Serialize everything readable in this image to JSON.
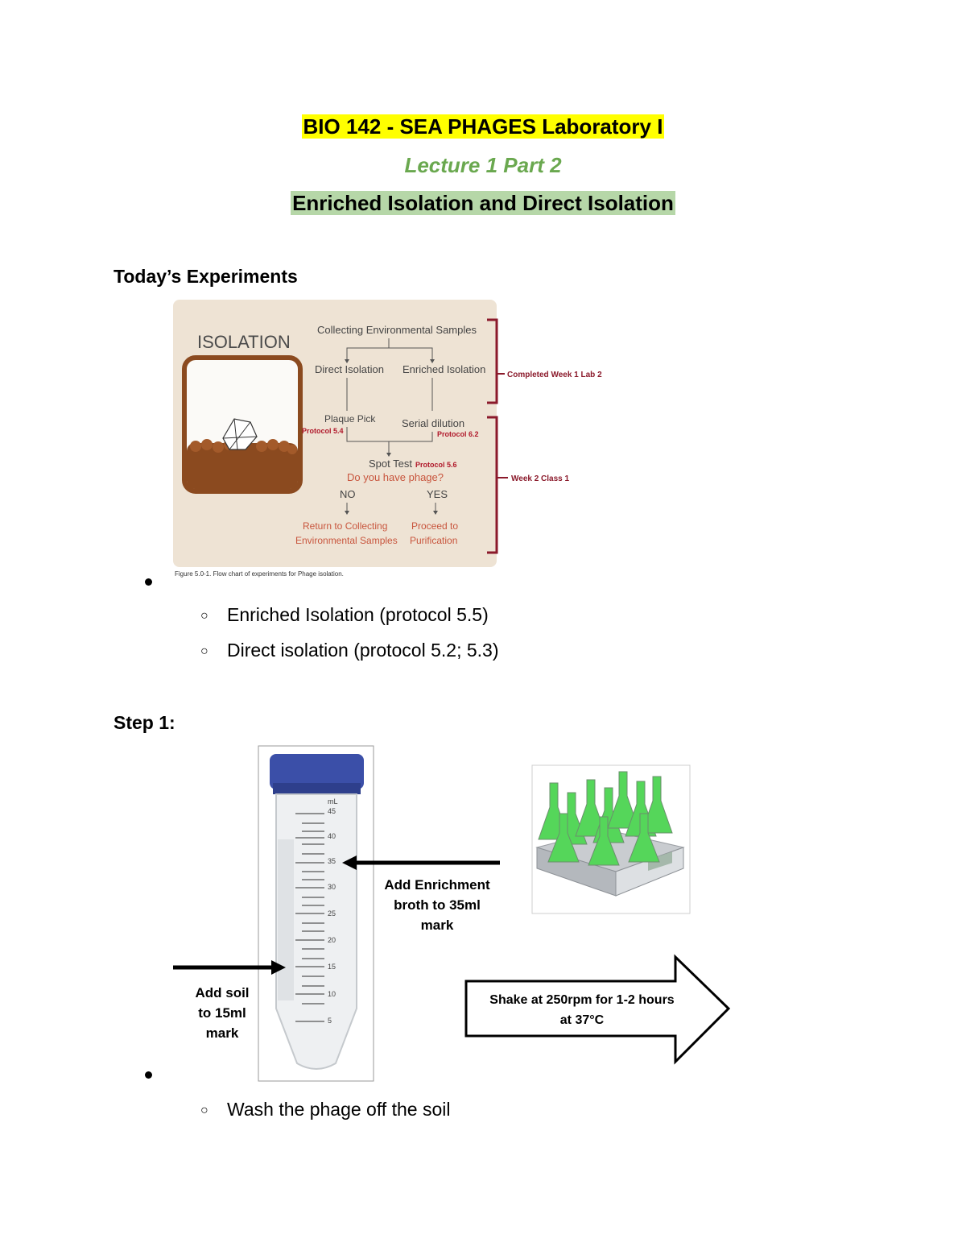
{
  "header": {
    "course_title": "BIO 142 - SEA PHAGES Laboratory I",
    "lecture": "Lecture 1 Part 2",
    "topic": "Enriched Isolation and Direct Isolation"
  },
  "section1": {
    "heading": "Today’s Experiments",
    "figure": {
      "isolation_title": "ISOLATION",
      "collecting": "Collecting Environmental Samples",
      "direct": "Direct Isolation",
      "enriched": "Enriched Isolation",
      "plaque_pick": "Plaque Pick",
      "protocol_a": "Protocol 5.4",
      "serial_dilution": "Serial dilution",
      "protocol_b": "Protocol 6.2",
      "spot_test": "Spot Test",
      "protocol_c": "Protocol 5.6",
      "question": "Do you have phage?",
      "no": "NO",
      "yes": "YES",
      "return_1": "Return to Collecting",
      "return_2": "Environmental Samples",
      "proceed_1": "Proceed to",
      "proceed_2": "Purification",
      "caption": "Figure 5.0-1. Flow chart of experiments for Phage isolation.",
      "bracket_1_label": "Completed Week 1 Lab 2",
      "bracket_2_label": "Week 2 Class 1"
    },
    "items": [
      "Enriched Isolation (protocol 5.5)",
      "Direct isolation (protocol 5.2; 5.3)"
    ]
  },
  "section2": {
    "heading": "Step 1:",
    "tube": {
      "unit": "mL",
      "ticks": [
        "45",
        "40",
        "35",
        "30",
        "25",
        "20",
        "15",
        "10",
        "5"
      ]
    },
    "enrichment_label": [
      "Add Enrichment",
      "broth to 35ml",
      "mark"
    ],
    "soil_label": [
      "Add soil",
      "to 15ml",
      "mark"
    ],
    "shake_label": [
      "Shake at 250rpm for 1-2 hours",
      "at 37°C"
    ],
    "items": [
      "Wash the phage off the soil"
    ]
  },
  "colors": {
    "highlight_yellow": "#ffff00",
    "highlight_green": "#b6d7a8",
    "lecture_green": "#6aa84f",
    "figure_bg": "#eee3d4",
    "soil_brown": "#8b4a1f",
    "protocol_red": "#b0182a",
    "flow_orange": "#c8553d",
    "bracket_red": "#8b1a2b",
    "cap_blue": "#3b4fa8",
    "flask_green": "#55d65a"
  }
}
